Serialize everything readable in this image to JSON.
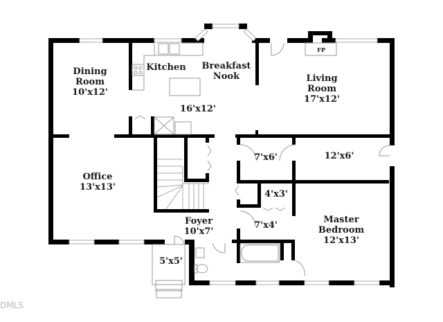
{
  "floorplan": {
    "rooms": [
      {
        "id": "dining",
        "name_line1": "Dining",
        "name_line2": "Room",
        "dims": "10'x12'"
      },
      {
        "id": "kitchen",
        "name_line1": "Kitchen",
        "dims": ""
      },
      {
        "id": "breakfast",
        "name_line1": "Breakfast",
        "name_line2": "Nook",
        "dims": ""
      },
      {
        "id": "kitchen_area",
        "dims": "16'x12'"
      },
      {
        "id": "living",
        "name_line1": "Living",
        "name_line2": "Room",
        "dims": "17'x12'"
      },
      {
        "id": "fireplace",
        "label": "FP"
      },
      {
        "id": "office",
        "name_line1": "Office",
        "dims": "13'x13'"
      },
      {
        "id": "closet_a",
        "dims": "7'x6'"
      },
      {
        "id": "closet_b",
        "dims": "12'x6'"
      },
      {
        "id": "closet_c",
        "dims": "4'x3'"
      },
      {
        "id": "foyer",
        "name_line1": "Foyer",
        "dims": "10'x7'"
      },
      {
        "id": "bath",
        "dims": "7'x4'"
      },
      {
        "id": "master",
        "name_line1": "Master",
        "name_line2": "Bedroom",
        "dims": "12'x13'"
      },
      {
        "id": "porch",
        "dims": "5'x5'"
      }
    ],
    "watermark": "DMLS",
    "colors": {
      "wall": "#000000",
      "fixture": "#9a9a9a",
      "window": "#c8c8c8"
    }
  }
}
